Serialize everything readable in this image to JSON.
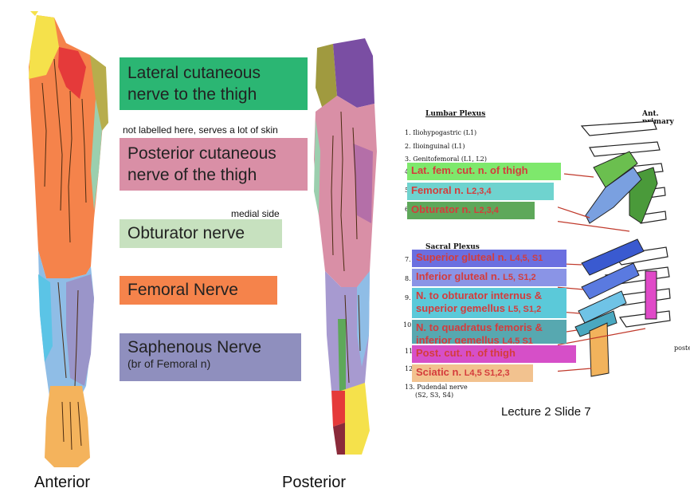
{
  "legend": {
    "lateral": {
      "line1": "Lateral cutaneous",
      "line2": "nerve to the thigh",
      "color": "#2bb673"
    },
    "note_posterior": "not labelled here, serves a lot of skin",
    "posterior": {
      "line1": "Posterior cutaneous",
      "line2": "nerve of the thigh",
      "color": "#d98fa6"
    },
    "note_medial": "medial side",
    "obturator": {
      "label": "Obturator nerve",
      "color": "#c7e1bf"
    },
    "femoral": {
      "label": "Femoral Nerve",
      "color": "#f5834b"
    },
    "saphenous": {
      "line1": "Saphenous  Nerve",
      "line2": "(br of Femoral n)",
      "color": "#8f8fbe"
    }
  },
  "views": {
    "anterior": "Anterior",
    "posterior": "Posterior"
  },
  "plexus": {
    "lumbar_heading": "Lumbar Plexus",
    "ant_primary": "Ant. primary",
    "sacral_heading": "Sacral Plexus",
    "list": [
      {
        "num": "1.",
        "text": "Iliohypogastric (L1)"
      },
      {
        "num": "2.",
        "text": "Ilioinguinal (L1)"
      },
      {
        "num": "3.",
        "text": "Genitofemoral (L1, L2)"
      },
      {
        "num": "4",
        "text": ""
      },
      {
        "num": "5",
        "text": ""
      },
      {
        "num": "6",
        "text": ""
      },
      {
        "num": "7.",
        "text": ""
      },
      {
        "num": "8.",
        "text": ""
      },
      {
        "num": "9.",
        "text": ""
      },
      {
        "num": "10.",
        "text": ""
      },
      {
        "num": "11.",
        "text": ""
      },
      {
        "num": "12",
        "text": ""
      },
      {
        "num": "13.",
        "text": "Pudendal nerve"
      }
    ],
    "pudendal_roots": "(S2, S3, S4)",
    "tags": {
      "latfem": {
        "main": "Lat. fem. cut. n. of thigh",
        "color": "#7ee86c"
      },
      "femoral": {
        "main": "Femoral n.",
        "roots": "L2,3,4",
        "color": "#6fd3cf"
      },
      "obturator": {
        "main": "Obturator n.",
        "roots": "L2,3,4",
        "color": "#5ea85a"
      },
      "supglut": {
        "main": "Superior gluteal n.",
        "roots": "L4,5, S1",
        "color": "#6b6fe0"
      },
      "infglut": {
        "main": "Inferior gluteal n.",
        "roots": "L5, S1,2",
        "color": "#8a94e6"
      },
      "obtint": {
        "line1": "N. to obturator internus &",
        "line2": "superior gemellus",
        "roots": "L5, S1,2",
        "color": "#5bc9d9"
      },
      "quad": {
        "line1": "N. to quadratus femoris &",
        "line2": "inferior gemellus",
        "roots": "L4,5 S1",
        "color": "#57a8b0"
      },
      "postcut": {
        "main": "Post. cut. n. of thigh",
        "color": "#d64fc8"
      },
      "sciatic": {
        "main": "Sciatic n.",
        "roots": "L4,5 S1,2,3",
        "color": "#f2c28f"
      }
    },
    "side_legend": "posterior"
  },
  "caption": "Lecture 2 Slide 7"
}
